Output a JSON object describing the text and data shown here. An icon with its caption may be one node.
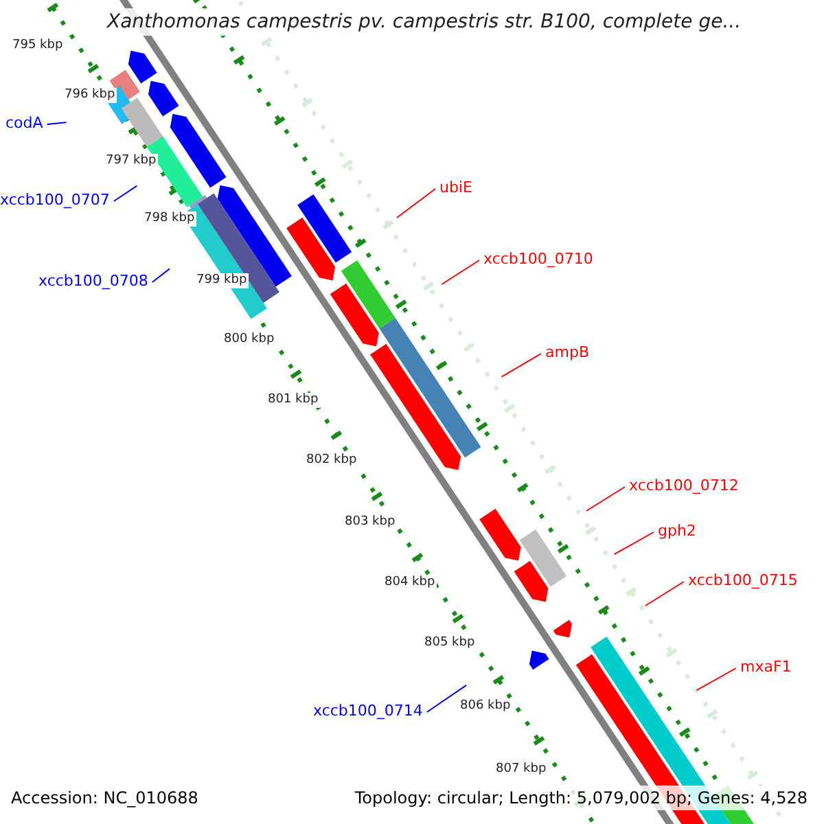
{
  "diagram": {
    "title": "Xanthomonas campestris pv. campestris str. B100, complete ge...",
    "nodes": [
      {
        "text": [
          "codA"
        ]
      },
      {
        "text": [
          "ubiE"
        ]
      },
      {
        "text": [
          "xccb100_0707"
        ]
      },
      {
        "text": [
          "xccb100_0710"
        ]
      },
      {
        "text": [
          "xccb100_0708"
        ]
      },
      {
        "text": [
          "ampB"
        ]
      },
      {
        "text": [
          "xccb100_0712"
        ]
      },
      {
        "text": [
          "gph2"
        ]
      },
      {
        "text": [
          "xccb100_0715"
        ]
      },
      {
        "text": [
          "mxaF1"
        ]
      },
      {
        "text": [
          "xccb100_0714"
        ]
      }
    ],
    "edges": [
      {
        "from": 0,
        "to": null,
        "arrow": "none",
        "color": "#0000ff"
      },
      {
        "from": 1,
        "to": null,
        "arrow": "none"
      },
      {
        "from": 2,
        "to": null,
        "arrow": "none",
        "color": "#0000ff"
      },
      {
        "from": 3,
        "to": null,
        "arrow": "none"
      },
      {
        "from": 4,
        "to": null,
        "arrow": "none",
        "color": "#0000ff"
      },
      {
        "from": 5,
        "to": null,
        "arrow": "none"
      },
      {
        "from": 6,
        "to": null,
        "arrow": "none"
      },
      {
        "from": 7,
        "to": null,
        "arrow": "none"
      },
      {
        "from": 8,
        "to": null,
        "arrow": "none"
      },
      {
        "from": 9,
        "to": null,
        "arrow": "none"
      },
      {
        "from": 10,
        "to": null,
        "arrow": "none",
        "color": "#0000ff"
      }
    ],
    "labels": [
      "795 kbp",
      "796 kbp",
      "797 kbp",
      "798 kbp",
      "799 kbp",
      "800 kbp",
      "801 kbp",
      "802 kbp",
      "803 kbp",
      "804 kbp",
      "805 kbp",
      "806 kbp",
      "807 kbp",
      "Accession: NC_010688",
      "Topology: circular; Length: 5,079,002 bp; Genes: 4,528"
    ]
  }
}
